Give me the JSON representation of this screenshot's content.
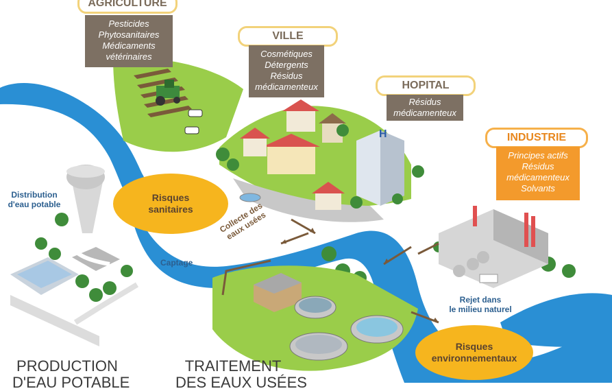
{
  "agriculture": {
    "title": "AGRICULTURE",
    "items": [
      "Pesticides",
      "Phytosanitaires",
      "Médicaments",
      "vétérinaires"
    ]
  },
  "ville": {
    "title": "VILLE",
    "items": [
      "Cosmétiques",
      "Détergents",
      "Résidus",
      "médicamenteux"
    ]
  },
  "hopital": {
    "title": "HOPITAL",
    "items": [
      "Résidus",
      "médicamenteux"
    ]
  },
  "industrie": {
    "title": "INDUSTRIE",
    "items": [
      "Principes actifs",
      "Résidus",
      "médicamenteux",
      "Solvants"
    ]
  },
  "risques_sanitaires": {
    "line1": "Risques",
    "line2": "sanitaires"
  },
  "risques_environnementaux": {
    "line1": "Risques",
    "line2": "environnementaux"
  },
  "labels": {
    "distribution": [
      "Distribution",
      "d'eau potable"
    ],
    "captage": "Captage",
    "collecte": [
      "Collecte des",
      "eaux usées"
    ],
    "rejet": [
      "Rejet dans",
      "le milieu naturel"
    ]
  },
  "bottom": {
    "production": [
      "PRODUCTION",
      "D'EAU POTABLE"
    ],
    "traitement": [
      "TRAITEMENT",
      "DES EAUX USÉES"
    ]
  },
  "colors": {
    "river": "#2a8fd4",
    "meadow": "#9acd4a",
    "oval": "#f6b51e",
    "gray_box": "#7d7063",
    "industry_box": "#f39a2c"
  }
}
